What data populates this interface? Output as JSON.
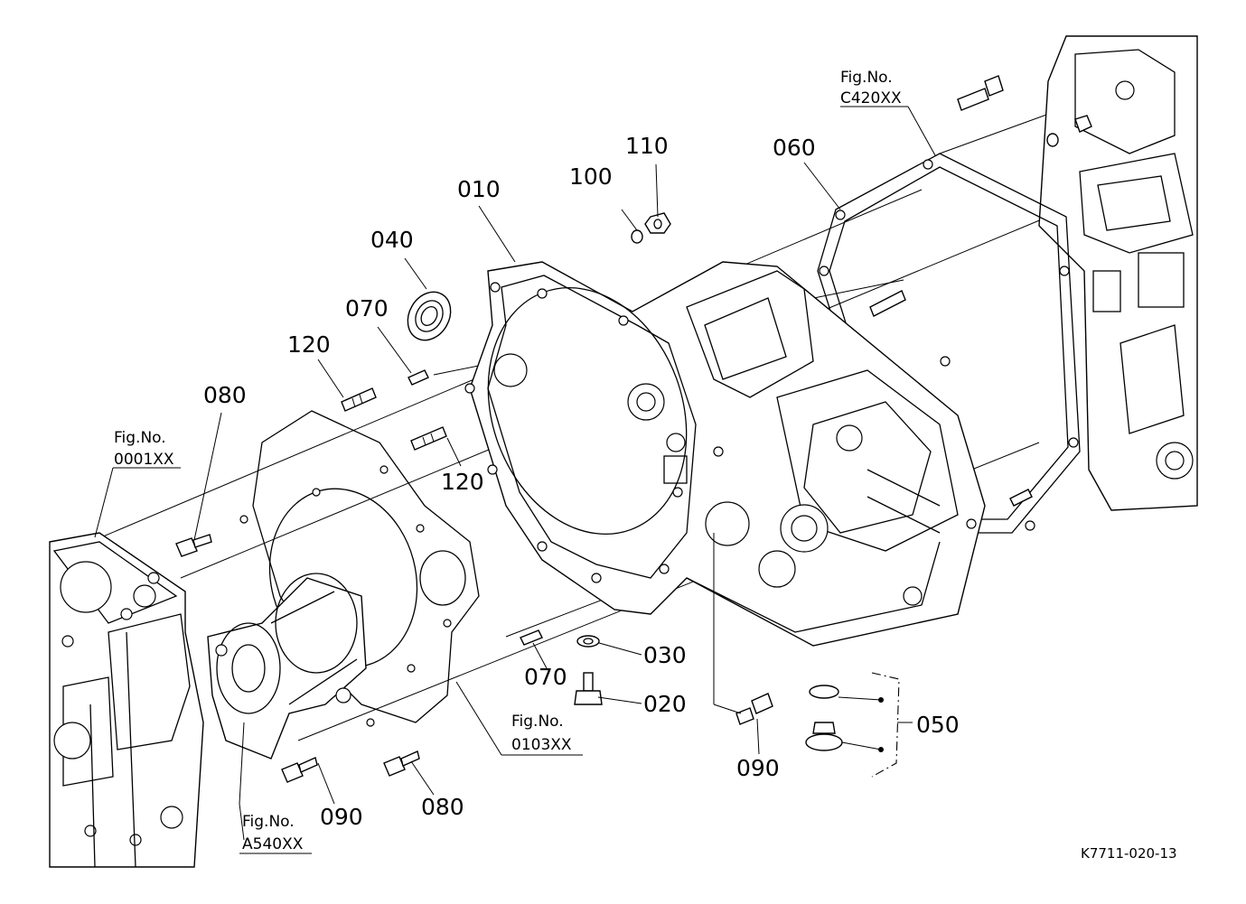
{
  "labels": {
    "p010": "010",
    "p020": "020",
    "p030": "030",
    "p040": "040",
    "p050": "050",
    "p060": "060",
    "p070a": "070",
    "p070b": "070",
    "p080a": "080",
    "p080b": "080",
    "p090a": "090",
    "p090b": "090",
    "p100": "100",
    "p110": "110",
    "p120a": "120",
    "p120b": "120"
  },
  "figrefs": {
    "c420": {
      "title": "Fig.No.",
      "code": "C420XX"
    },
    "f0001": {
      "title": "Fig.No.",
      "code": "0001XX"
    },
    "f0103": {
      "title": "Fig.No.",
      "code": "0103XX"
    },
    "a540": {
      "title": "Fig.No.",
      "code": "A540XX"
    }
  },
  "drawing_code": "K7711-020-13"
}
